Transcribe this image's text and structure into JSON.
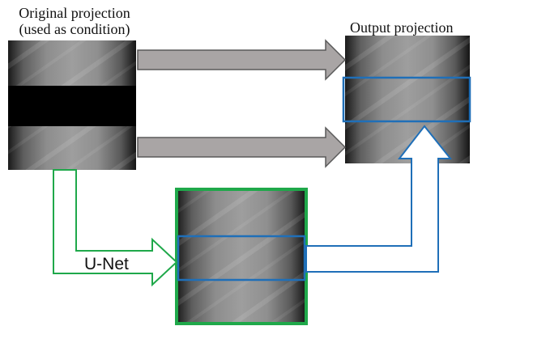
{
  "captions": {
    "original_line1": "Original projection",
    "original_line2": "(used as condition)",
    "output": "Output projection"
  },
  "network_label": "U-Net",
  "colors": {
    "gray_arrow_fill": "#a9a5a5",
    "gray_arrow_stroke": "#5a5a5a",
    "green": "#1fa84a",
    "blue": "#1f6fb8",
    "mask": "#000000"
  }
}
